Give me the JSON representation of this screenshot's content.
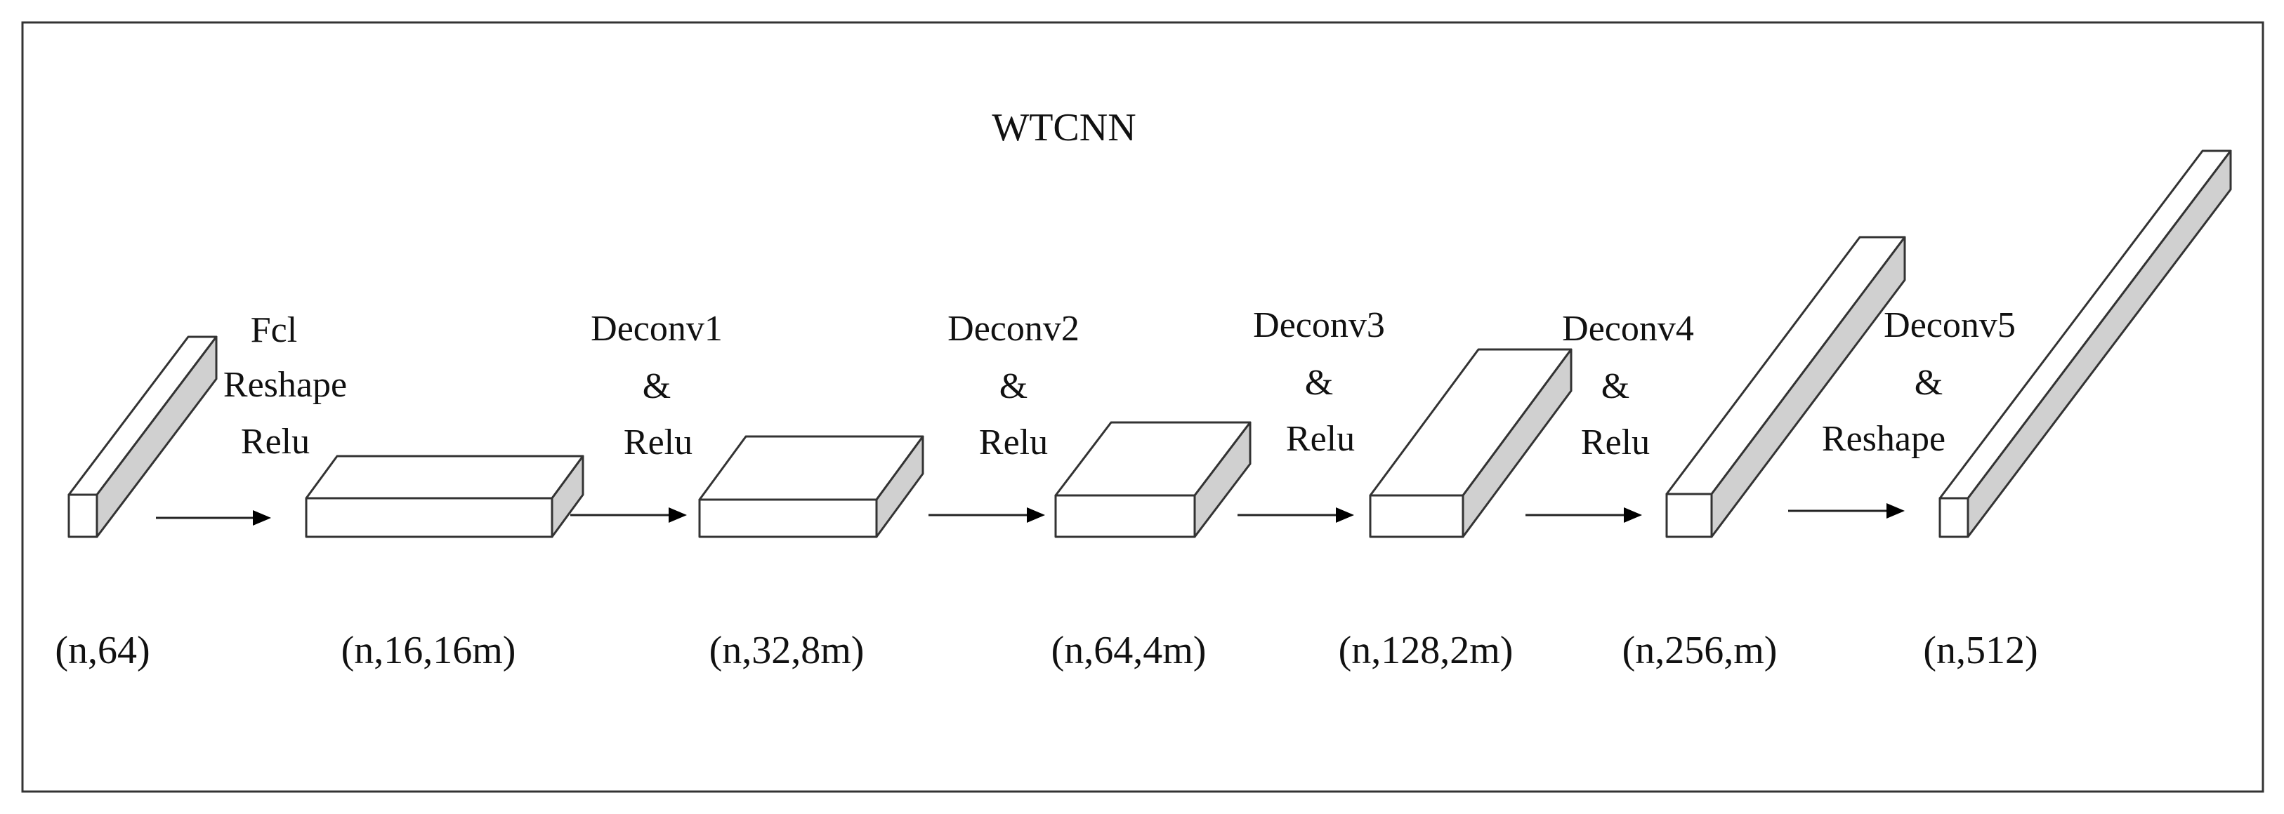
{
  "title": "WTCNN",
  "colors": {
    "border": "#333333",
    "side_face": "#d0d0d0",
    "front_face": "#ffffff",
    "text": "#111111",
    "arrow": "#000000"
  },
  "blocks": [
    {
      "id": "input",
      "shape_label": "(n,64)"
    },
    {
      "id": "fc",
      "shape_label": "(n,16,16m)"
    },
    {
      "id": "d1",
      "shape_label": "(n,32,8m)"
    },
    {
      "id": "d2",
      "shape_label": "(n,64,4m)"
    },
    {
      "id": "d3",
      "shape_label": "(n,128,2m)"
    },
    {
      "id": "d4",
      "shape_label": "(n,256,m)"
    },
    {
      "id": "output",
      "shape_label": "(n,512)"
    }
  ],
  "operations": [
    {
      "id": "op-fc",
      "lines": [
        "Fcl",
        "Reshape",
        "Relu"
      ]
    },
    {
      "id": "op-d1",
      "lines": [
        "Deconv1",
        "&",
        "Relu"
      ]
    },
    {
      "id": "op-d2",
      "lines": [
        "Deconv2",
        "&",
        "Relu"
      ]
    },
    {
      "id": "op-d3",
      "lines": [
        "Deconv3",
        "&",
        "Relu"
      ]
    },
    {
      "id": "op-d4",
      "lines": [
        "Deconv4",
        "&",
        "Relu"
      ]
    },
    {
      "id": "op-d5",
      "lines": [
        "Deconv5",
        "&",
        "Reshape"
      ]
    }
  ]
}
